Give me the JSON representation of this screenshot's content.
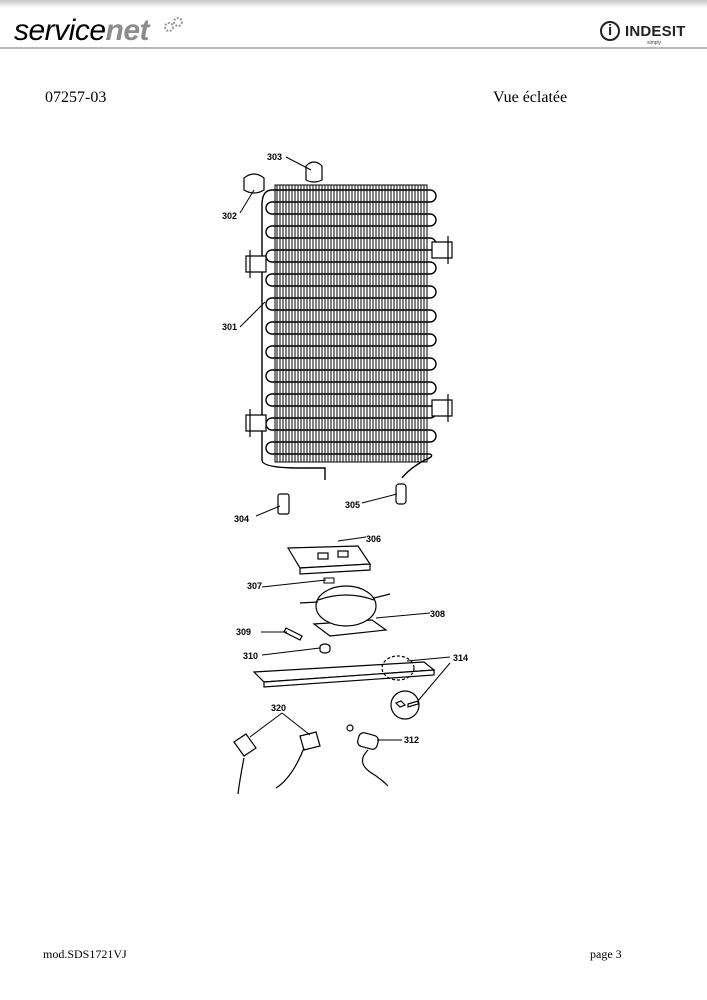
{
  "header": {
    "brand_part1": "service",
    "brand_part2": "net",
    "logo_text": "INDESIT",
    "logo_tagline": "simply"
  },
  "doc": {
    "id": "07257-03",
    "title": "Vue éclatée"
  },
  "parts": {
    "p301": "301",
    "p302": "302",
    "p303": "303",
    "p304": "304",
    "p305": "305",
    "p306": "306",
    "p307": "307",
    "p308": "308",
    "p309": "309",
    "p310": "310",
    "p312": "312",
    "p314": "314",
    "p320": "320"
  },
  "footer": {
    "model": "mod.SDS1721VJ",
    "page": "page 3"
  }
}
